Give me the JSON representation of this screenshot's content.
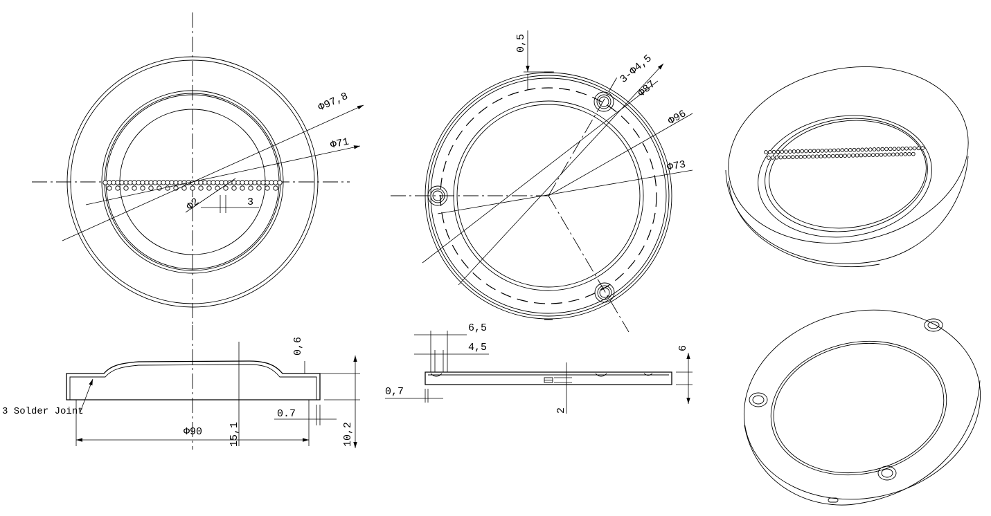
{
  "view_front": {
    "dim_outer": "Ф97,8",
    "dim_inner": "Ф71",
    "dim_hole": "Ф2",
    "dim_pitch": "3"
  },
  "view_back": {
    "dim_flange": "0,5",
    "dim_holes": "3-Ф4,5",
    "dim_pcd": "Ф87",
    "dim_outer": "Ф96",
    "dim_inner": "Ф73"
  },
  "section_front": {
    "dim_dome": "0,6",
    "dim_wall": "0.7",
    "dim_diameter": "Ф90",
    "dim_height": "15,1",
    "dim_rim": "10,2",
    "note": "3 Solder Joint"
  },
  "section_back": {
    "dim_cbore": "6,5",
    "dim_hole": "4,5",
    "dim_thickness": "0,7",
    "dim_height": "6",
    "dim_slot": "2"
  }
}
